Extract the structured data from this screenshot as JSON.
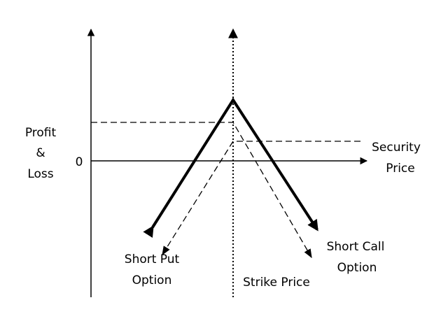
{
  "diagram": {
    "y_axis_label": [
      "Profit",
      "&",
      "Loss"
    ],
    "zero_label": "0",
    "x_axis_label": [
      "Security",
      "Price"
    ],
    "short_put_label": [
      "Short Put",
      "Option"
    ],
    "short_call_label": [
      "Short Call",
      "Option"
    ],
    "strike_label": "Strike Price"
  }
}
